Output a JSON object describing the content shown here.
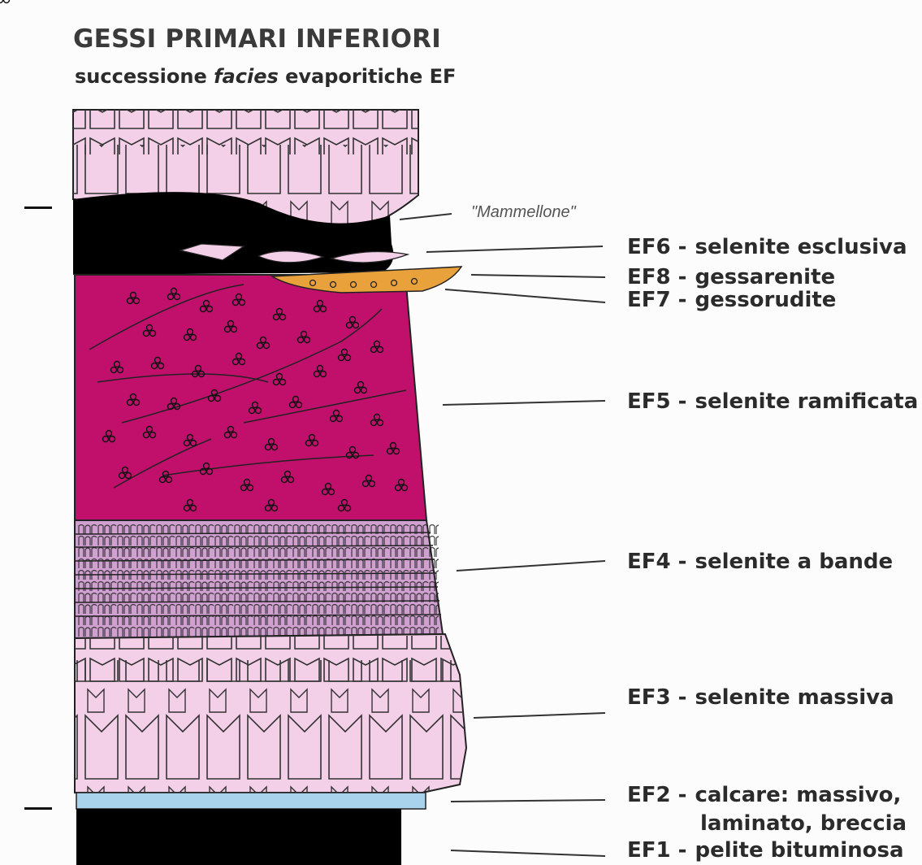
{
  "header": {
    "title": "GESSI PRIMARI INFERIORI",
    "subtitle_pre": "successione ",
    "subtitle_italic": "facies",
    "subtitle_post": " evaporitiche EF"
  },
  "annotation": {
    "mammellone": "\"Mammellone\""
  },
  "facies": [
    {
      "code": "EF6 -",
      "name": "selenite esclusiva"
    },
    {
      "code": "EF8 -",
      "name": "gessarenite"
    },
    {
      "code": "EF7 -",
      "name": "gessorudite"
    },
    {
      "code": "EF5 -",
      "name": "selenite ramificata"
    },
    {
      "code": "EF4 -",
      "name": "selenite a bande"
    },
    {
      "code": "EF3 -",
      "name": "selenite massiva"
    },
    {
      "code": "EF2 -",
      "name": "calcare: massivo,",
      "name_line2": "laminato, breccia"
    },
    {
      "code": "EF1 -",
      "name": "pelite bituminosa"
    }
  ],
  "colors": {
    "selenite_pink": "#f3cfe8",
    "ramificata_magenta": "#c0106c",
    "bande_purple": "#cfa0d0",
    "calcare_blue": "#a9d3ec",
    "gessarenite_orange": "#e9a23b",
    "pelite_black": "#000000"
  }
}
